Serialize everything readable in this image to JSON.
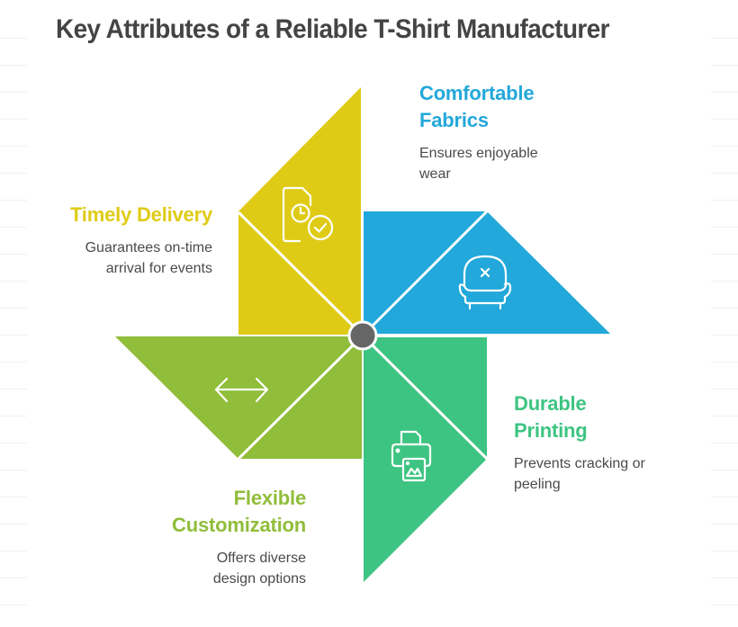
{
  "title": "Key Attributes of a Reliable T-Shirt Manufacturer",
  "colors": {
    "title": "#444444",
    "description": "#4a4a4a",
    "hub": "#666666",
    "yellow": "#dfcb16",
    "blue": "#22a8da",
    "green": "#3ec482",
    "lime": "#90bd3a"
  },
  "attributes": [
    {
      "id": "timely-delivery",
      "heading": "Timely Delivery",
      "description_line1": "Guarantees on-time",
      "description_line2": "arrival for events",
      "color": "#dfcb16",
      "icon": "document-clock-check-icon"
    },
    {
      "id": "comfortable-fabrics",
      "heading_line1": "Comfortable",
      "heading_line2": "Fabrics",
      "description_line1": "Ensures enjoyable",
      "description_line2": "wear",
      "color": "#22a8da",
      "icon": "armchair-icon"
    },
    {
      "id": "durable-printing",
      "heading_line1": "Durable",
      "heading_line2": "Printing",
      "description_line1": "Prevents cracking or",
      "description_line2": "peeling",
      "color": "#3ec482",
      "icon": "printer-image-icon"
    },
    {
      "id": "flexible-customization",
      "heading_line1": "Flexible",
      "heading_line2": "Customization",
      "description_line1": "Offers diverse",
      "description_line2": "design options",
      "color": "#90bd3a",
      "icon": "double-arrow-icon"
    }
  ]
}
